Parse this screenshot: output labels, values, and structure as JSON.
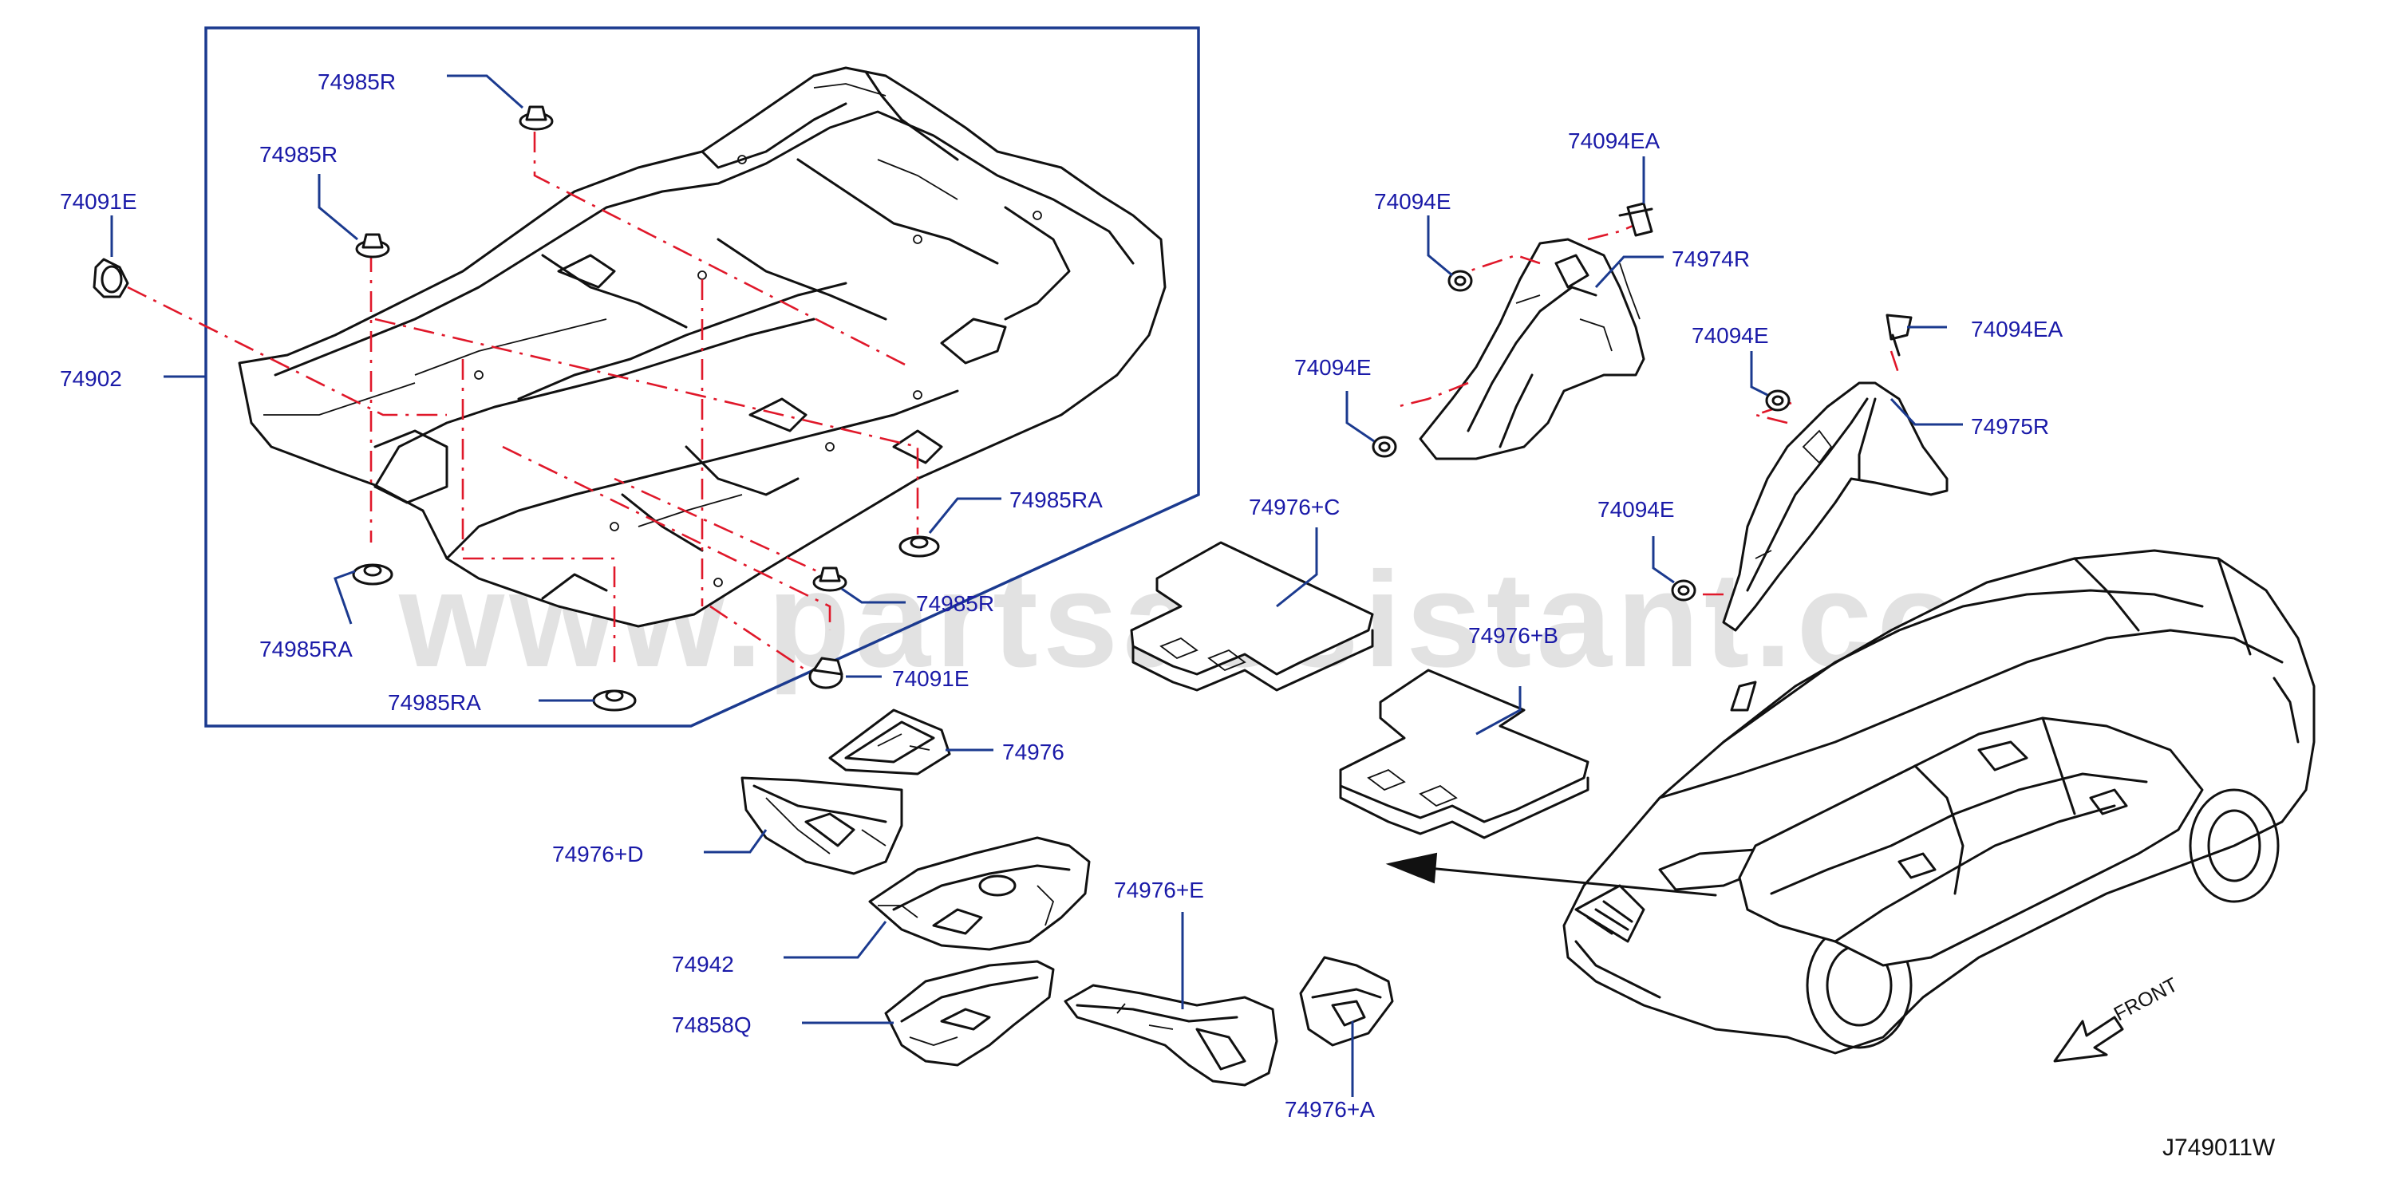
{
  "diagram_code": "J749011W",
  "watermark": "www.partsassistant.com",
  "direction_label": "FRONT",
  "callouts": [
    {
      "id": "c1",
      "text": "74985R"
    },
    {
      "id": "c2",
      "text": "74985R"
    },
    {
      "id": "c3",
      "text": "74091E"
    },
    {
      "id": "c4",
      "text": "74902"
    },
    {
      "id": "c5",
      "text": "74985RA"
    },
    {
      "id": "c6",
      "text": "74985RA"
    },
    {
      "id": "c7",
      "text": "74985R"
    },
    {
      "id": "c8",
      "text": "74091E"
    },
    {
      "id": "c9",
      "text": "74985RA"
    },
    {
      "id": "c10",
      "text": "74976"
    },
    {
      "id": "c11",
      "text": "74976+D"
    },
    {
      "id": "c12",
      "text": "74942"
    },
    {
      "id": "c13",
      "text": "74858Q"
    },
    {
      "id": "c14",
      "text": "74976+E"
    },
    {
      "id": "c15",
      "text": "74976+A"
    },
    {
      "id": "c16",
      "text": "74976+C"
    },
    {
      "id": "c17",
      "text": "74976+B"
    },
    {
      "id": "c18",
      "text": "74094EA"
    },
    {
      "id": "c19",
      "text": "74094E"
    },
    {
      "id": "c20",
      "text": "74974R"
    },
    {
      "id": "c21",
      "text": "74094E"
    },
    {
      "id": "c22",
      "text": "74094E"
    },
    {
      "id": "c23",
      "text": "74094EA"
    },
    {
      "id": "c24",
      "text": "74975R"
    },
    {
      "id": "c25",
      "text": "74094E"
    }
  ]
}
